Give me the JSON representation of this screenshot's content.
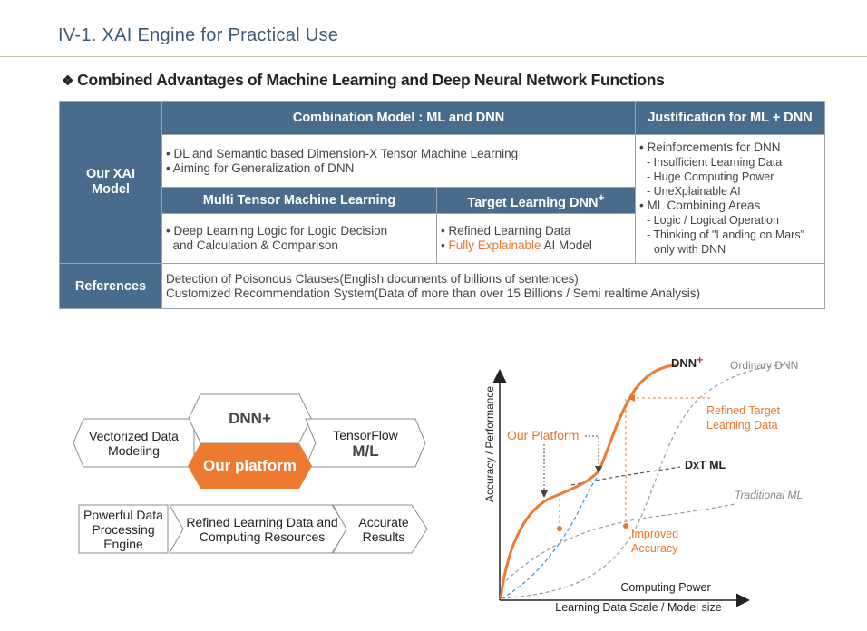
{
  "page": {
    "title": "IV-1. XAI Engine  for Practical Use",
    "subtitle_bullet": "❖",
    "subtitle": "Combined Advantages of Machine Learning and Deep Neural Network Functions"
  },
  "table": {
    "our_model_label": "Our XAI Model",
    "combination_header": "Combination Model   : ML and DNN",
    "justification_header": "Justification for ML + DNN",
    "combination_lines": [
      "• DL and Semantic based Dimension-X Tensor Machine Learning",
      "• Aiming for Generalization of DNN"
    ],
    "multi_tensor_header": "Multi  Tensor Machine Learning",
    "target_dnn_header": "Target Learning DNN",
    "target_dnn_sup": "+",
    "multi_tensor_lines": [
      "• Deep Learning Logic for Logic Decision",
      "  and Calculation & Comparison"
    ],
    "target_line1": "• Refined Learning Data",
    "target_line2_orange": "Fully Explainable",
    "target_line2_rest": " AI Model",
    "justification": {
      "reinforcements": "• Reinforcements for DNN",
      "reinforcement_items": [
        "- Insufficient  Learning Data",
        "- Huge Computing Power",
        "- UneXplainable  AI"
      ],
      "combining": "• ML Combining Areas",
      "combining_items": [
        "- Logic / Logical Operation",
        "- Thinking  of \"Landing on Mars\""
      ],
      "combining_tail": "only with DNN"
    },
    "references_label": "References",
    "references_lines": [
      "Detection of Poisonous Clauses(English documents of billions of sentences)",
      "Customized Recommendation System(Data of more than over 15 Billions / Semi realtime Analysis)"
    ]
  },
  "hexagons": {
    "vectorized": "Vectorized Data Modeling",
    "dnn_plus": "DNN+",
    "tensorflow": "TensorFlow",
    "ml": "M/L",
    "our_platform": "Our platform"
  },
  "flow": [
    "Powerful Data Processing Engine",
    "Refined Learning Data and Computing Resources",
    "Accurate Results"
  ],
  "colors": {
    "header_blue": "#4a6c8c",
    "accent_orange": "#e8762c",
    "hex_orange": "#ee7a30"
  },
  "chart": {
    "y_axis_label": "Accuracy / Performance",
    "x_axis_label_top": "Computing Power",
    "x_axis_label_bottom": "Learning  Data Scale / Model size",
    "dnn_plus_label": "DNN",
    "dnn_plus_sup": "+",
    "ordinary_dnn": "Ordinary DNN",
    "dxt_ml": "DxT ML",
    "traditional_ml": "Traditional ML",
    "our_platform": "Our Platform",
    "refined_target_1": "Refined Target",
    "refined_target_2": "Learning Data",
    "improved_1": "Improved",
    "improved_2": "Accuracy"
  }
}
